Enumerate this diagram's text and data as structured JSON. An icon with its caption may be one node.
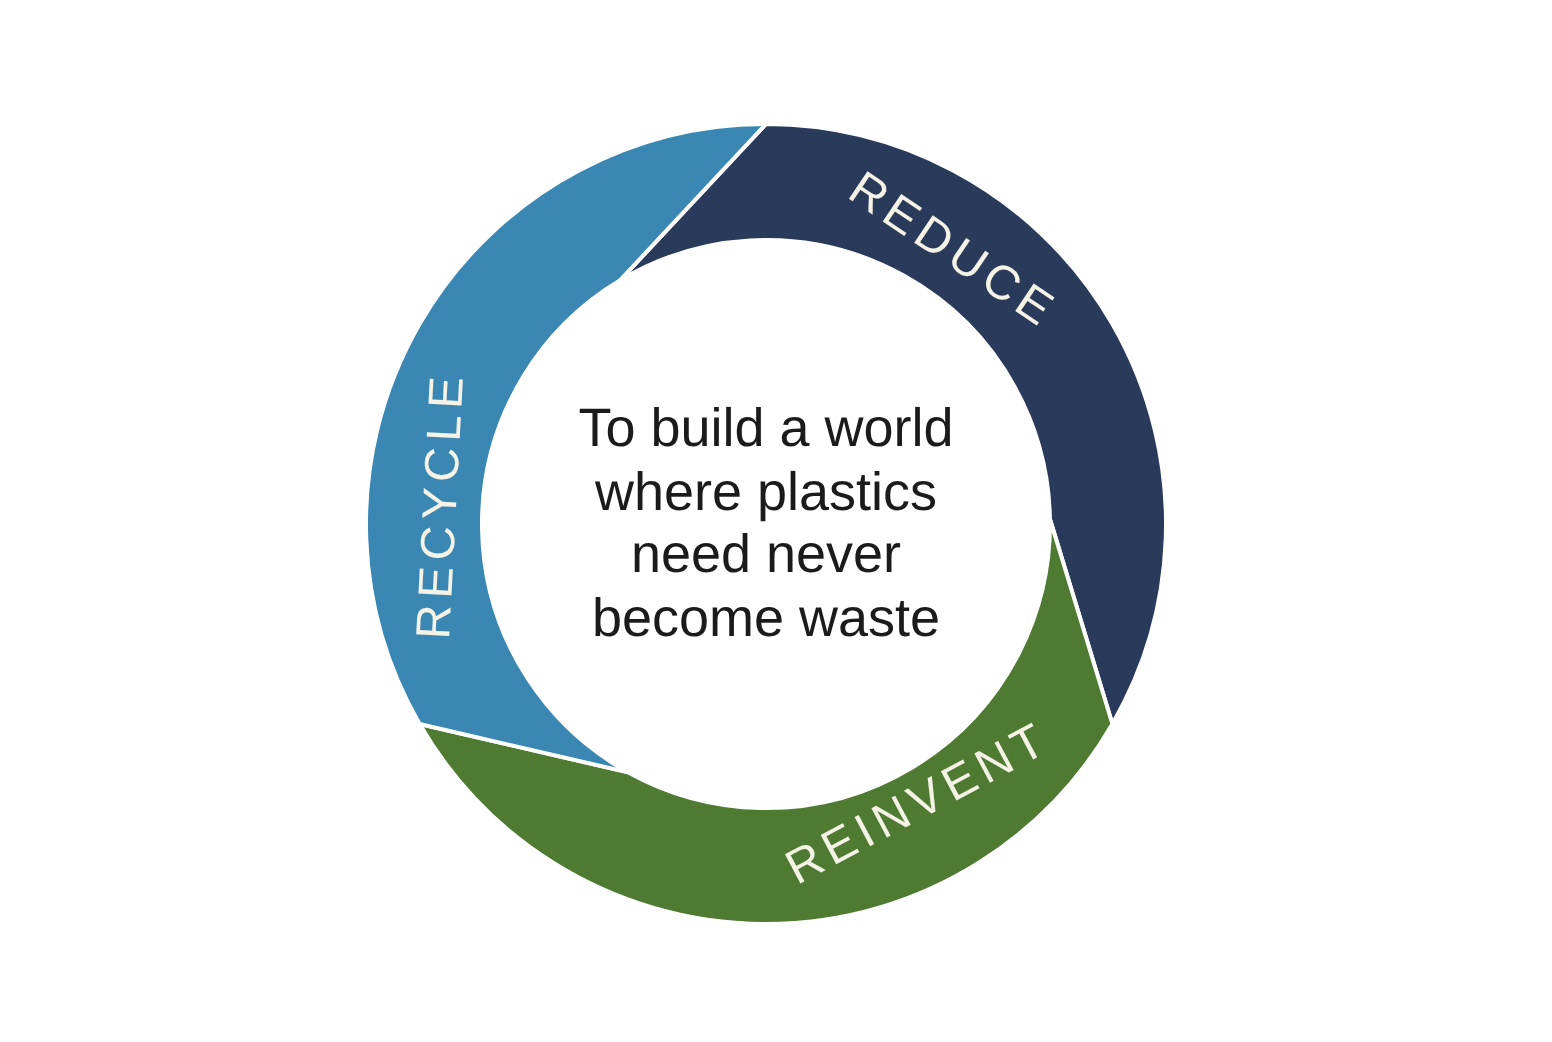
{
  "diagram": {
    "nodes": [
      {
        "text": [
          "REDUCE"
        ]
      },
      {
        "text": [
          "REINVENT"
        ]
      },
      {
        "text": [
          "RECYCLE"
        ]
      }
    ],
    "labels": [
      "To build a world where plastics need never become waste"
    ]
  }
}
